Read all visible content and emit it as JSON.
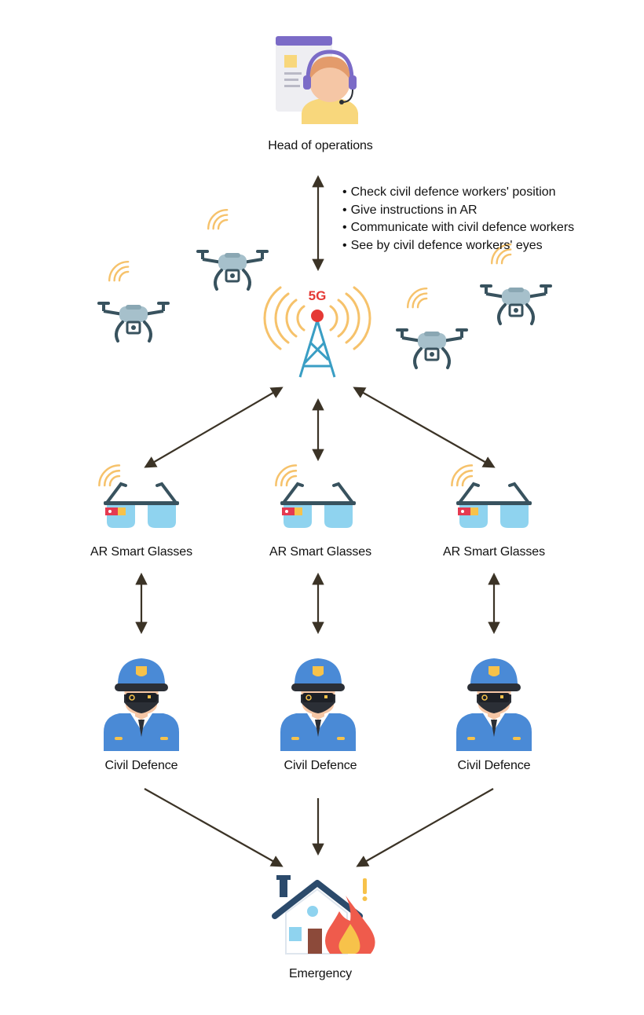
{
  "head": {
    "label": "Head of operations",
    "icon": "operator-headset-icon"
  },
  "capabilities": [
    "Check civil defence workers' position",
    "Give instructions in AR",
    "Communicate with civil defence workers",
    "See by civil defence workers' eyes"
  ],
  "tower": {
    "label": "5G",
    "icon": "5g-tower-icon"
  },
  "drones": {
    "icon": "drone-icon",
    "count": 4
  },
  "glasses": [
    {
      "label": "AR Smart Glasses"
    },
    {
      "label": "AR Smart Glasses"
    },
    {
      "label": "AR Smart Glasses"
    }
  ],
  "workers": [
    {
      "label": "Civil Defence"
    },
    {
      "label": "Civil Defence"
    },
    {
      "label": "Civil Defence"
    }
  ],
  "emergency": {
    "label": "Emergency",
    "icon": "burning-house-icon"
  },
  "colors": {
    "arrow": "#3b3326",
    "signal": "#f6c26b",
    "tower": "#3a9ec4",
    "tower_light": "#e53935",
    "uniform": "#4a8ad6",
    "lens": "#8fd3ef",
    "drone_body": "#a6c0cb",
    "drone_dark": "#38525e"
  }
}
